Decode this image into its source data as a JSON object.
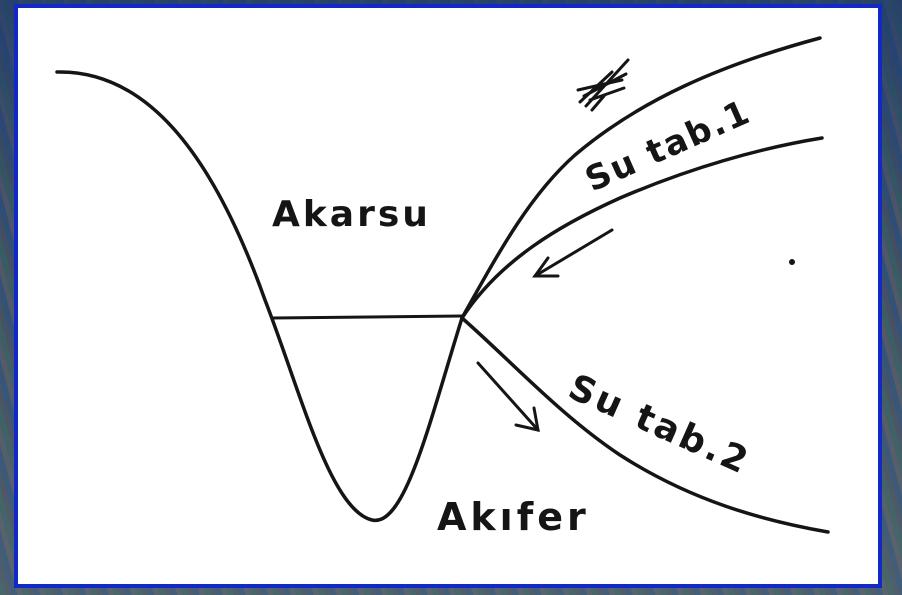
{
  "labels": {
    "stream": "Akarsu",
    "aquifer": "Akıfer",
    "water_table_1": "Su tab.1",
    "water_table_2": "Su tab.2"
  },
  "colors": {
    "frame_border": "#1428c8",
    "ink": "#151515",
    "page": "#ffffff"
  },
  "icons": {
    "vegetation": "grass-tuft-icon",
    "flow_arrow_1": "arrow-down-left-icon",
    "flow_arrow_2": "arrow-down-right-icon"
  }
}
